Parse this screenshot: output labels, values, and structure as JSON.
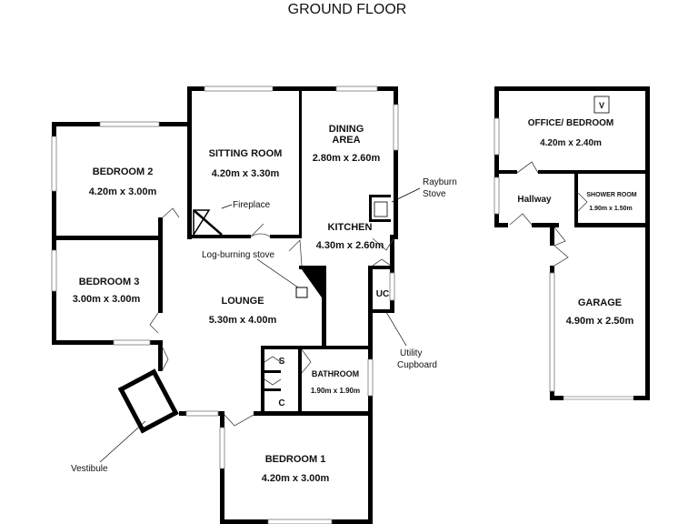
{
  "title": "GROUND FLOOR",
  "rooms": {
    "bedroom2": {
      "name": "BEDROOM 2",
      "dim": "4.20m  x 3.00m"
    },
    "sitting": {
      "name": "SITTING ROOM",
      "dim": "4.20m  x 3.30m"
    },
    "dining": {
      "name1": "DINING",
      "name2": "AREA",
      "dim": "2.80m  x 2.60m"
    },
    "kitchen": {
      "name": "KITCHEN",
      "dim": "4.30m  x 2.60m"
    },
    "bedroom3": {
      "name": "BEDROOM 3",
      "dim": "3.00m  x 3.00m"
    },
    "lounge": {
      "name": "LOUNGE",
      "dim": "5.30m  x 4.00m"
    },
    "bathroom": {
      "name": "BATHROOM",
      "dim": "1.90m  x 1.90m"
    },
    "bedroom1": {
      "name": "BEDROOM 1",
      "dim": "4.20m  x 3.00m"
    },
    "office": {
      "name": "OFFICE/ BEDROOM",
      "dim": "4.20m  x 2.40m"
    },
    "hallway": {
      "name": "Hallway"
    },
    "shower": {
      "name": "SHOWER ROOM",
      "dim": "1.90m  x 1.50m"
    },
    "garage": {
      "name": "GARAGE",
      "dim": "4.90m  x 2.50m"
    }
  },
  "labels": {
    "fireplace": "Fireplace",
    "log_stove": "Log-burning stove",
    "rayburn1": "Rayburn",
    "rayburn2": "Stove",
    "uc": "UC",
    "utility1": "Utility",
    "utility2": "Cupboard",
    "vestibule": "Vestibule",
    "s": "S",
    "c": "C",
    "v": "V"
  }
}
